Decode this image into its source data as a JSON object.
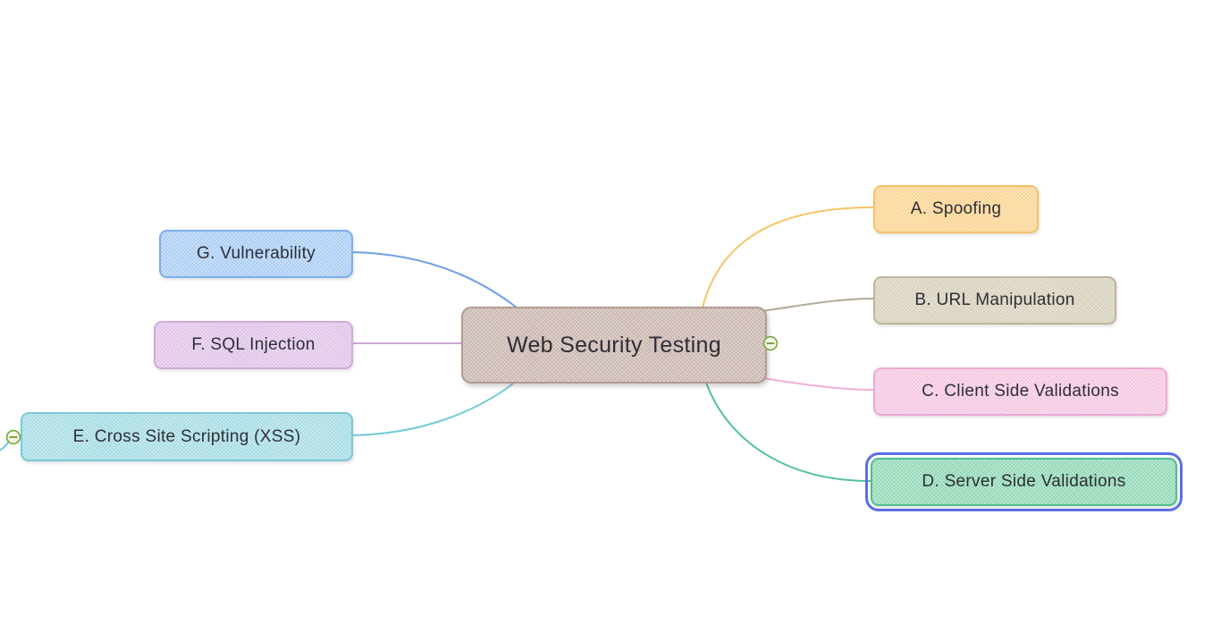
{
  "canvas": {
    "background": "#ffffff"
  },
  "diagram": {
    "type": "mindmap",
    "root": {
      "label": "Web Security Testing",
      "fill": "#c8b4ad",
      "border": "#b19c94",
      "text_color": "#2e2e36"
    },
    "branches": [
      {
        "label": "A. Spoofing",
        "side": "right",
        "fill": "#fbd38f",
        "border": "#f6c266",
        "line_color": "#f8c466"
      },
      {
        "label": "B. URL Manipulation",
        "side": "right",
        "fill": "#d6cfba",
        "border": "#beb59b",
        "line_color": "#b3ab96"
      },
      {
        "label": "C. Client Side Validations",
        "side": "right",
        "fill": "#f5c5e2",
        "border": "#eda9d4",
        "line_color": "#f1aed7"
      },
      {
        "label": "D. Server Side Validations",
        "side": "right",
        "fill": "#8fd7b5",
        "border": "#4fbd8c",
        "line_color": "#57c296",
        "selected": true,
        "selection_color": "#5b6fe3"
      },
      {
        "label": "G. Vulnerability",
        "side": "left",
        "fill": "#a8ccf4",
        "border": "#7caeee",
        "line_color": "#6da0e8"
      },
      {
        "label": "F. SQL Injection",
        "side": "left",
        "fill": "#dec3e7",
        "border": "#cfabdb",
        "line_color": "#cba7dc"
      },
      {
        "label": "E. Cross Site Scripting (XSS)",
        "side": "left",
        "fill": "#a4dbe3",
        "border": "#7bc9d6",
        "line_color": "#74cbd9",
        "has_collapse_icon": true
      }
    ],
    "collapse_icon": {
      "symbol": "minus",
      "fill": "#f0f8e5",
      "ring_color": "#74a83e",
      "dash_color": "#7f9136"
    }
  }
}
